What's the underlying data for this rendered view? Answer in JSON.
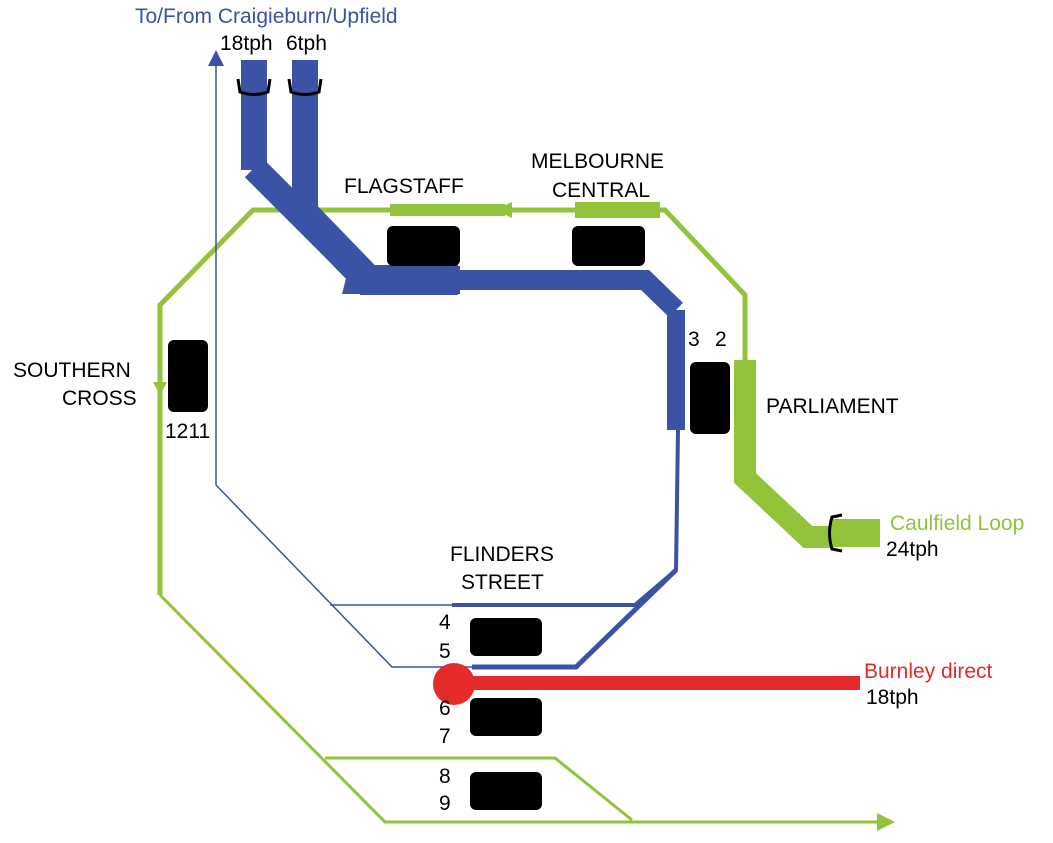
{
  "colors": {
    "blue": "#3a53a4",
    "green": "#93c33b",
    "red": "#e52a2a",
    "black": "#000000"
  },
  "labels": {
    "top_destination": "To/From Craigieburn/Upfield",
    "top_left_freq": "18tph",
    "top_right_freq": "6tph",
    "flagstaff": "FLAGSTAFF",
    "melbourne_central_line1": "MELBOURNE",
    "melbourne_central_line2": "CENTRAL",
    "parliament": "PARLIAMENT",
    "southern_cross_line1": "SOUTHERN",
    "southern_cross_line2": "CROSS",
    "southern_cross_platforms": "1211",
    "flinders_line1": "FLINDERS",
    "flinders_line2": "STREET",
    "parliament_platform_3": "3",
    "parliament_platform_2": "2",
    "caulfield_loop": "Caulfield Loop",
    "caulfield_freq": "24tph",
    "burnley_direct": "Burnley direct",
    "burnley_freq": "18tph",
    "platform_4": "4",
    "platform_5": "5",
    "platform_6": "6",
    "platform_7": "7",
    "platform_8": "8",
    "platform_9": "9"
  }
}
